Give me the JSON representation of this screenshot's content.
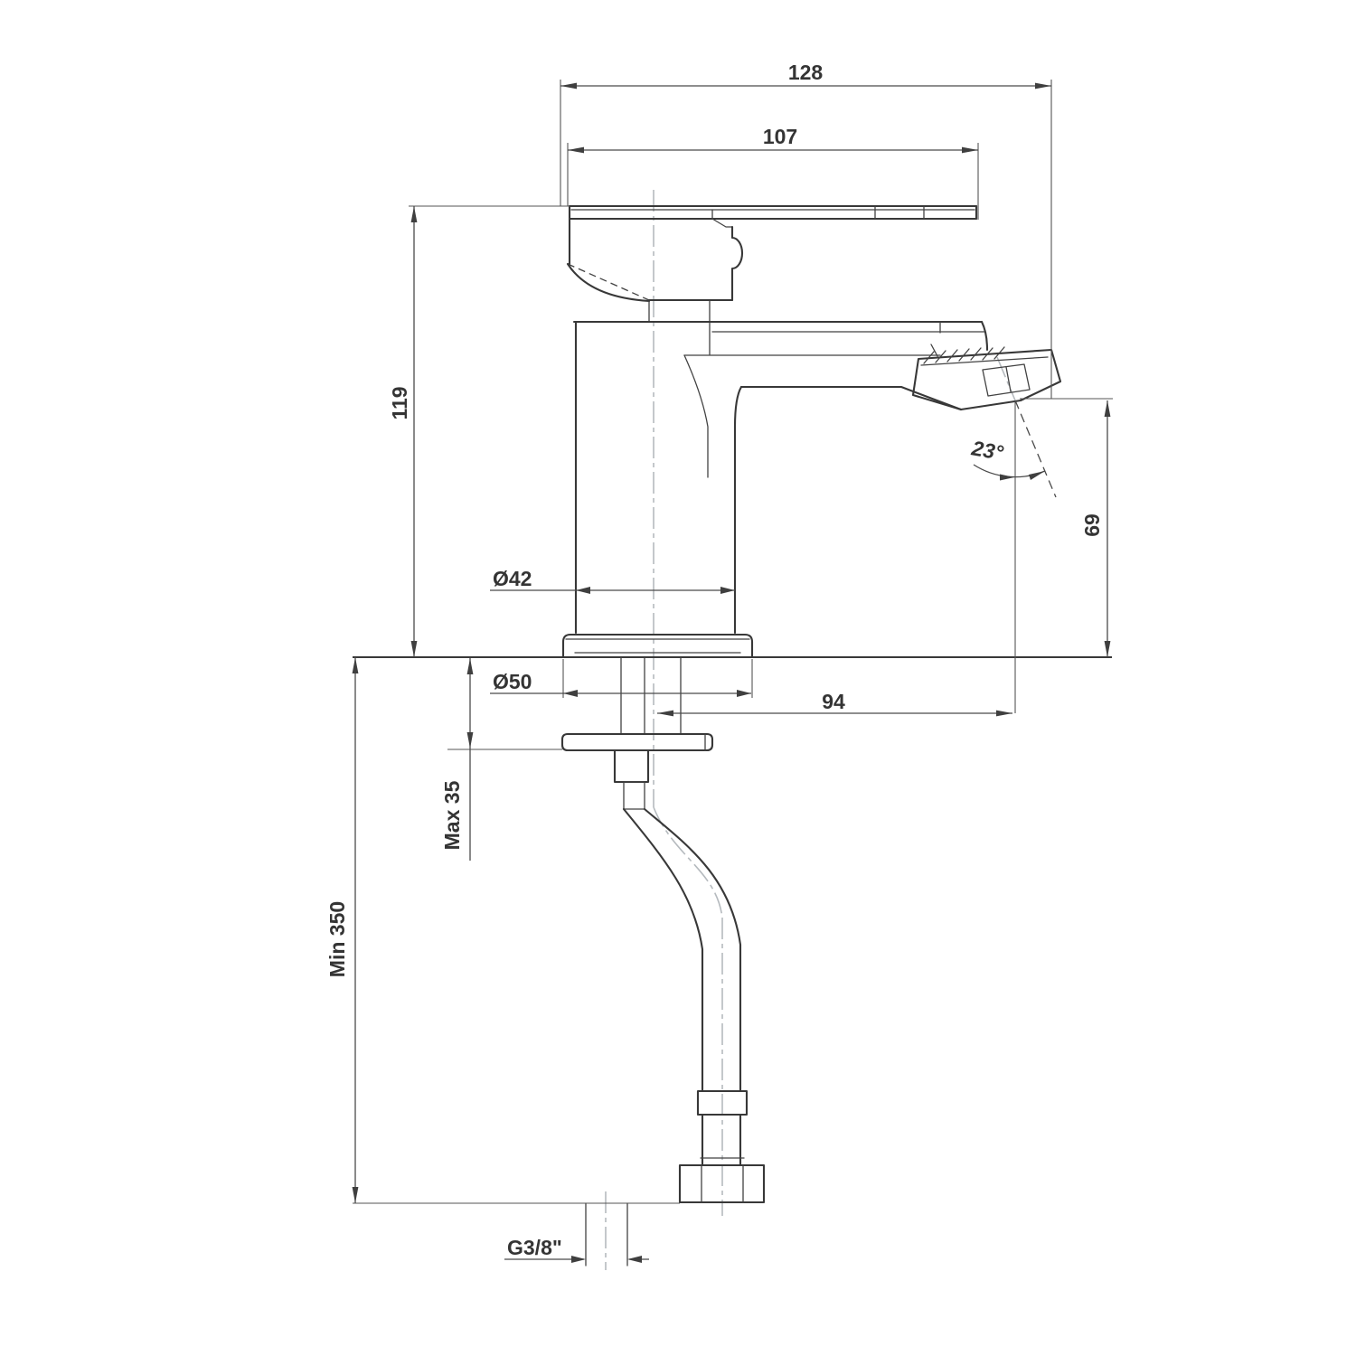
{
  "drawing": {
    "background": "#ffffff",
    "outline_color": "#383838",
    "dimension_color": "#4a4a4a",
    "centerline_color": "#b5babe",
    "labels": {
      "overall_depth": "128",
      "handle_length": "107",
      "height_above_deck": "119",
      "body_diameter": "Ø42",
      "base_diameter": "Ø50",
      "spout_reach": "94",
      "spout_outlet_height": "69",
      "spout_angle": "23°",
      "max_deck_thickness": "Max 35",
      "min_hose_length": "Min 350",
      "thread_size": "G3/8\""
    }
  }
}
